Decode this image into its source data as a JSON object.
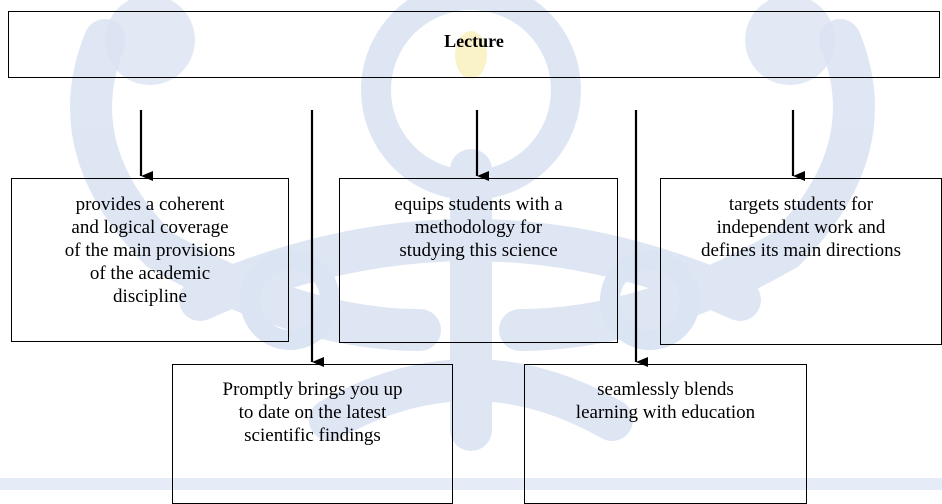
{
  "diagram": {
    "root": {
      "label": "Lecture"
    },
    "nodes": [
      {
        "id": "box1",
        "lines": [
          "provides a coherent",
          "and logical coverage",
          "of the main provisions",
          "of the academic",
          "discipline"
        ]
      },
      {
        "id": "box2",
        "lines": [
          "equips students with a",
          "methodology for",
          "studying this science"
        ]
      },
      {
        "id": "box3",
        "lines": [
          "targets students for",
          "independent work and",
          "defines its main directions"
        ]
      },
      {
        "id": "box4",
        "lines": [
          "Promptly brings you up",
          "to date on the latest",
          "scientific findings"
        ]
      },
      {
        "id": "box5",
        "lines": [
          "seamlessly blends",
          "learning with education"
        ]
      }
    ],
    "edges": [
      {
        "from": "root",
        "to": "box1"
      },
      {
        "from": "root",
        "to": "box2"
      },
      {
        "from": "root",
        "to": "box3"
      },
      {
        "from": "root",
        "to": "box4"
      },
      {
        "from": "root",
        "to": "box5"
      }
    ],
    "colors": {
      "line": "#000000",
      "watermark_blue": "#dbe4f3",
      "watermark_yellow": "#fbf3c8"
    }
  }
}
